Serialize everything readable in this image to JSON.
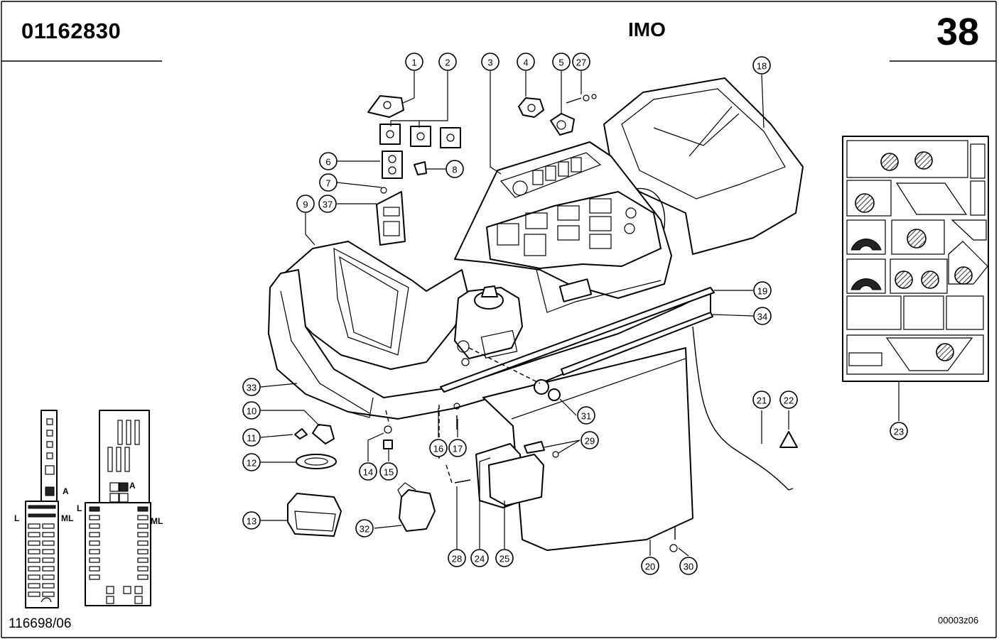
{
  "header": {
    "part_number": "01162830",
    "title": "IMO",
    "page_number": "38"
  },
  "footer": {
    "document_ref": "116698/06",
    "drawing_ref": "00003z06"
  },
  "inset_labels": {
    "a_left": "A",
    "a_right": "A",
    "ml_left": "ML",
    "ml_right": "ML",
    "l_left": "L",
    "l_right": "L"
  },
  "callouts": [
    {
      "id": "1",
      "label": "1"
    },
    {
      "id": "2",
      "label": "2"
    },
    {
      "id": "3",
      "label": "3"
    },
    {
      "id": "4",
      "label": "4"
    },
    {
      "id": "5",
      "label": "5"
    },
    {
      "id": "27",
      "label": "27"
    },
    {
      "id": "18",
      "label": "18"
    },
    {
      "id": "6",
      "label": "6"
    },
    {
      "id": "8",
      "label": "8"
    },
    {
      "id": "7",
      "label": "7"
    },
    {
      "id": "9",
      "label": "9"
    },
    {
      "id": "37",
      "label": "37"
    },
    {
      "id": "19",
      "label": "19"
    },
    {
      "id": "34",
      "label": "34"
    },
    {
      "id": "33",
      "label": "33"
    },
    {
      "id": "10",
      "label": "10"
    },
    {
      "id": "11",
      "label": "11"
    },
    {
      "id": "12",
      "label": "12"
    },
    {
      "id": "13",
      "label": "13"
    },
    {
      "id": "14",
      "label": "14"
    },
    {
      "id": "15",
      "label": "15"
    },
    {
      "id": "16",
      "label": "16"
    },
    {
      "id": "17",
      "label": "17"
    },
    {
      "id": "31",
      "label": "31"
    },
    {
      "id": "29",
      "label": "29"
    },
    {
      "id": "21",
      "label": "21"
    },
    {
      "id": "22",
      "label": "22"
    },
    {
      "id": "23",
      "label": "23"
    },
    {
      "id": "32",
      "label": "32"
    },
    {
      "id": "28",
      "label": "28"
    },
    {
      "id": "24",
      "label": "24"
    },
    {
      "id": "25",
      "label": "25"
    },
    {
      "id": "20",
      "label": "20"
    },
    {
      "id": "30",
      "label": "30"
    }
  ]
}
